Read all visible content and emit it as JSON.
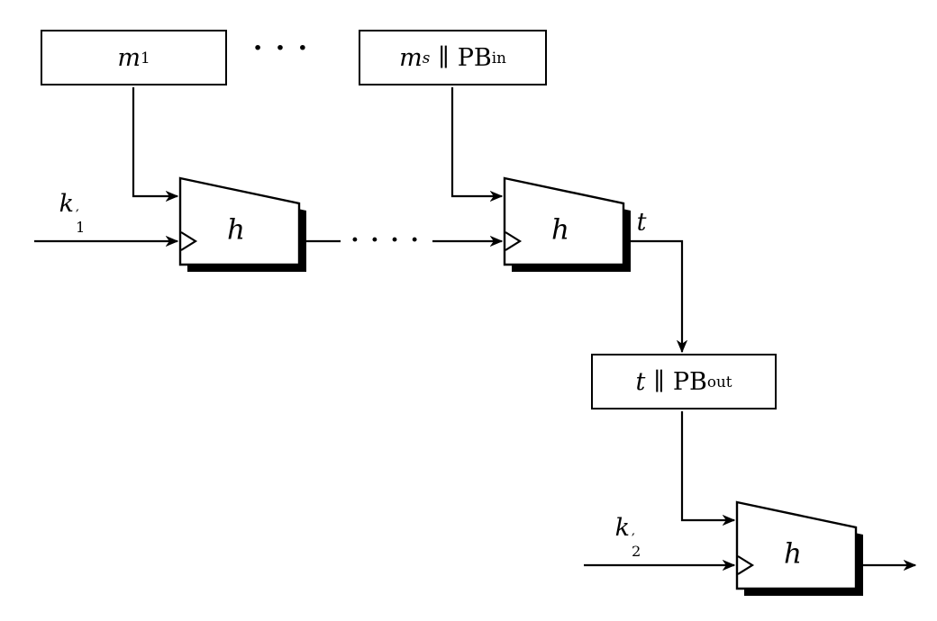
{
  "colors": {
    "line": "#000000",
    "box_fill": "#ffffff",
    "background": "#ffffff"
  },
  "boxes": {
    "m1": {
      "var": "m",
      "sub": "1"
    },
    "ms_pbin": {
      "var": "m",
      "sub": "s",
      "bars": "∥",
      "pb": "PB",
      "pb_sub": "in"
    },
    "t_pbout": {
      "var": "t",
      "bars": "∥",
      "pb": "PB",
      "pb_sub": "out"
    }
  },
  "keys": {
    "k1": {
      "var": "k",
      "prime": "′",
      "sub": "1"
    },
    "k2": {
      "var": "k",
      "prime": "′",
      "sub": "2"
    }
  },
  "hash_block": {
    "label": "h"
  },
  "wire_labels": {
    "t": "t"
  },
  "ellipsis": {
    "top": "· · ·",
    "chain": "· · · ·"
  }
}
